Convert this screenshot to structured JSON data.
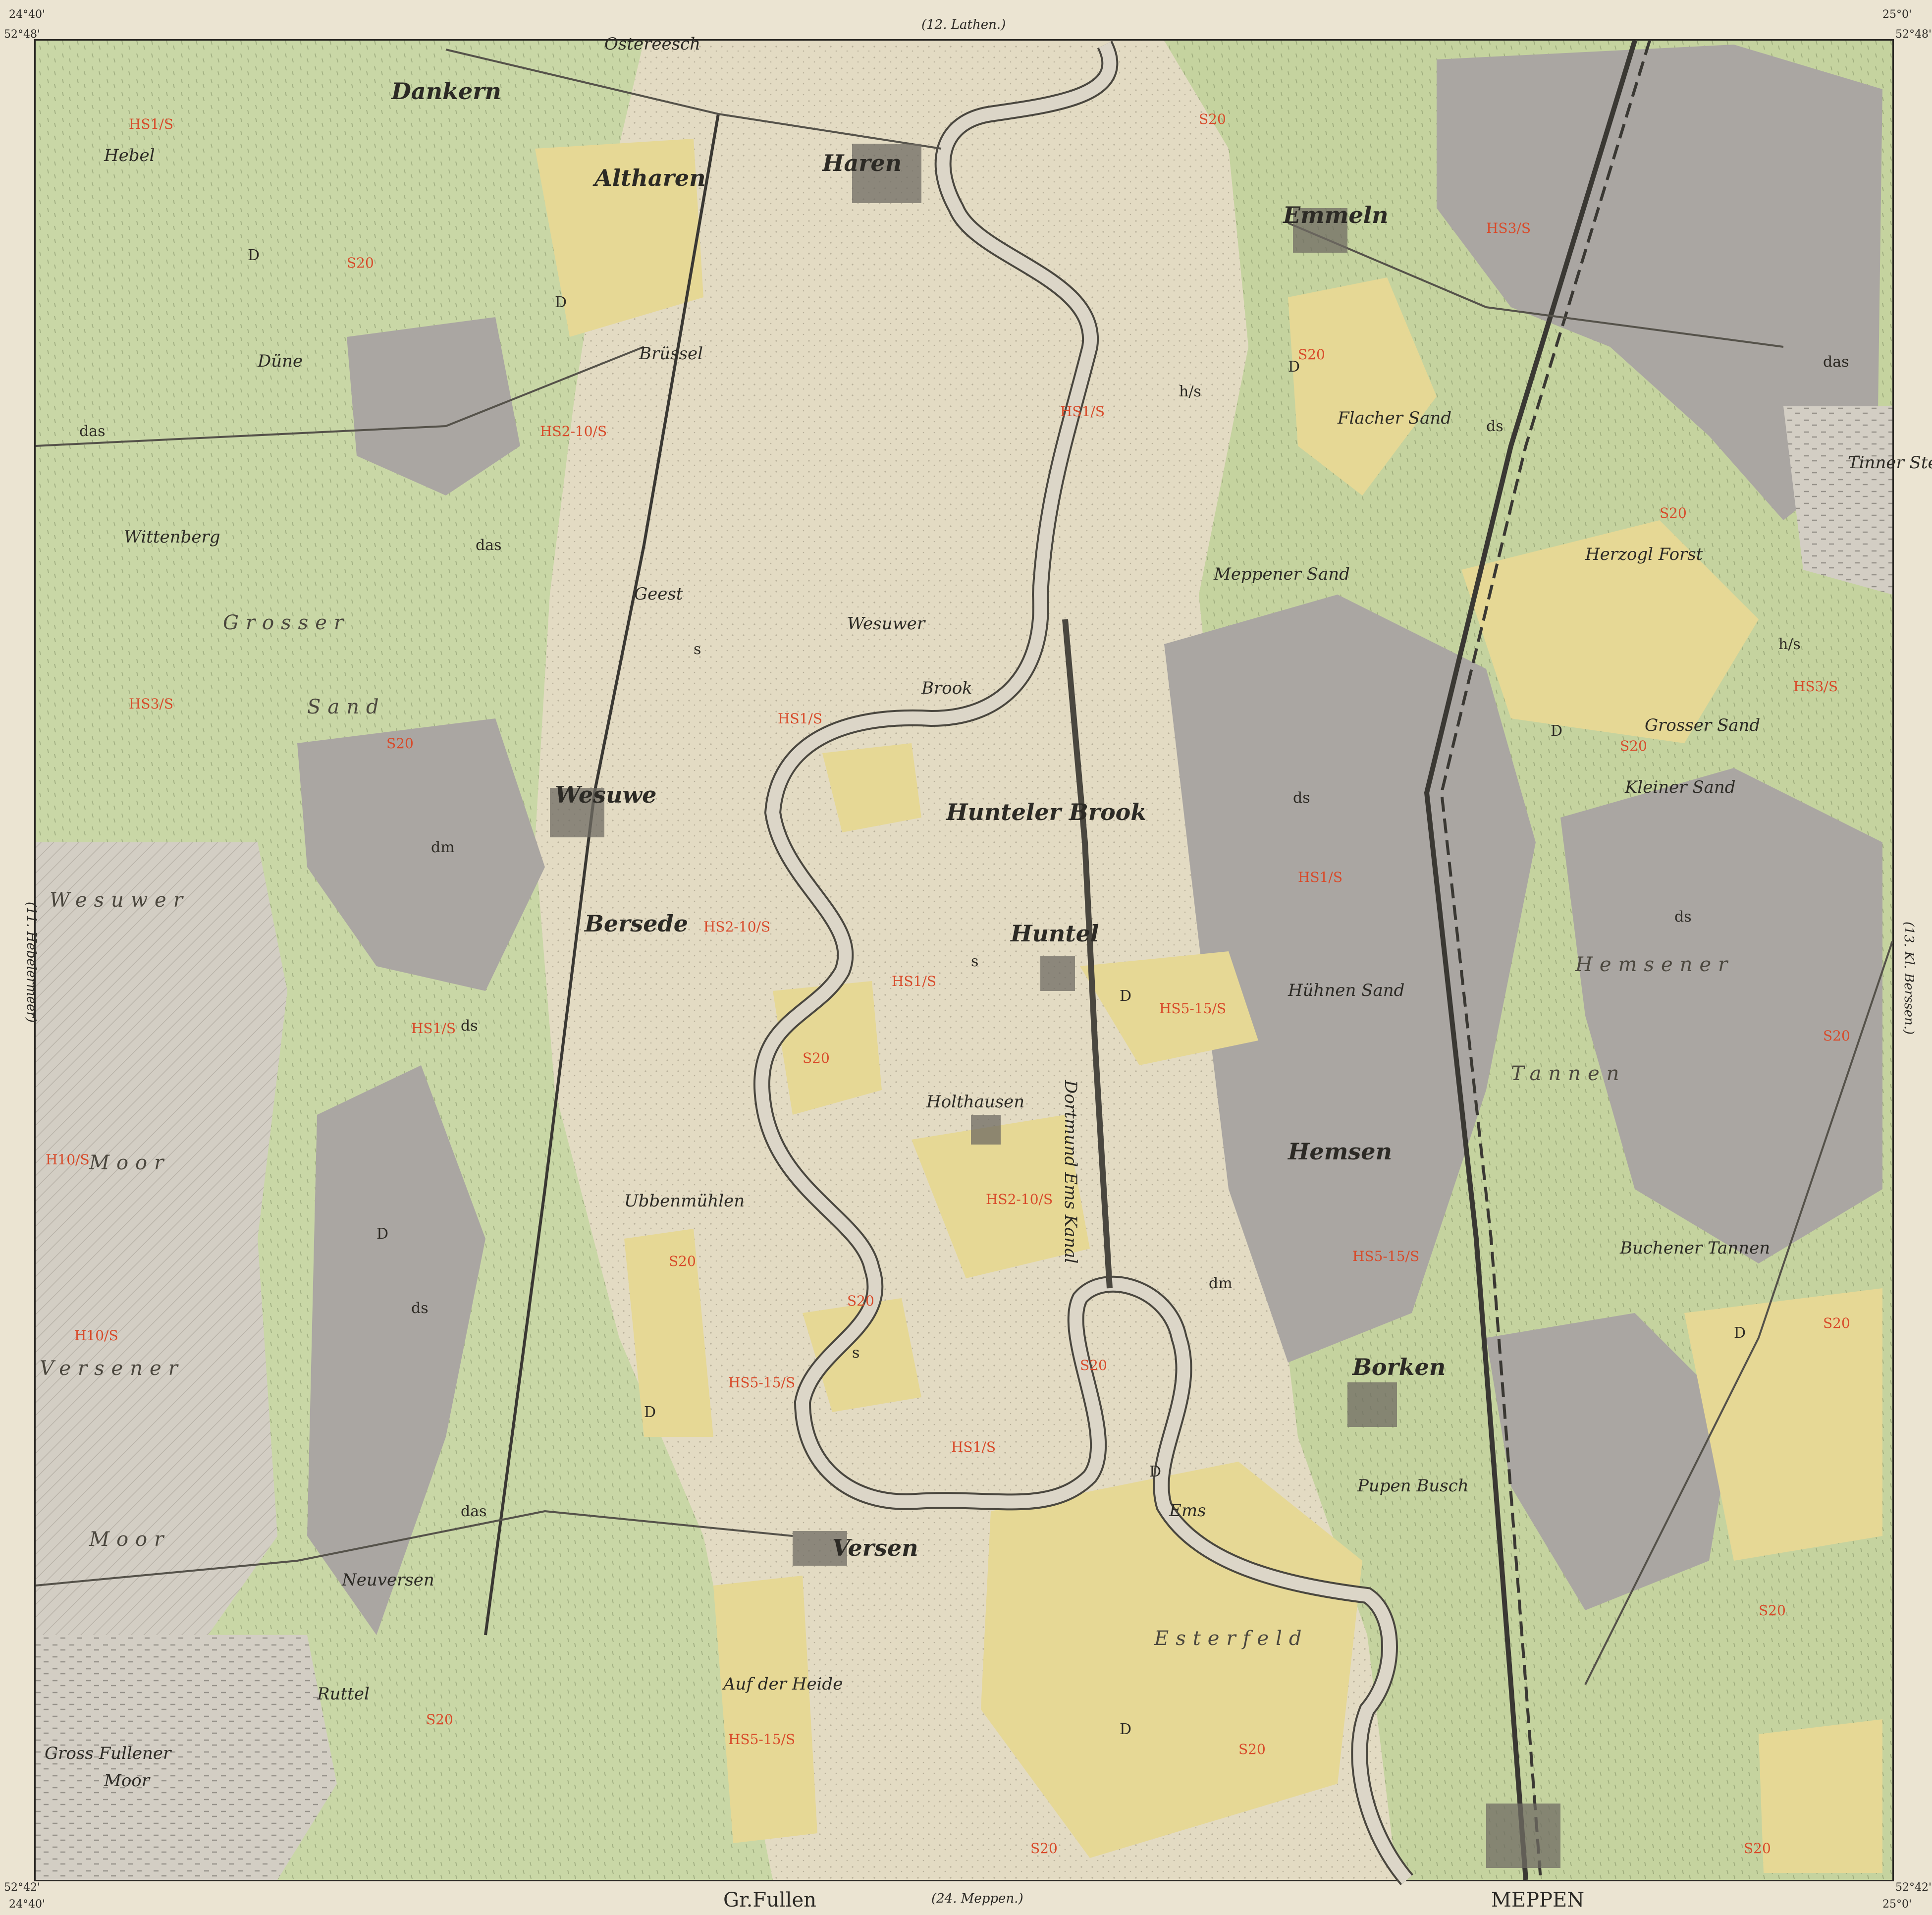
{
  "margin": {
    "top_neighbor": "(12. Lathen.)",
    "bottom_neighbor": "(24. Meppen.)",
    "left_neighbor": "(11. Hebelermeer)",
    "right_neighbor": "(13. Kl. Berssen.)",
    "bottom_left_place": "Gr.Fullen",
    "bottom_right_place": "MEPPEN",
    "corner_tl_lon": "24°40'",
    "corner_tl_lat": "52°48'",
    "corner_tr_lon": "25°0'",
    "corner_tr_lat": "52°48'",
    "corner_bl_lat": "52°42'",
    "corner_bl_lon": "24°40'",
    "corner_br_lat": "52°42'",
    "corner_br_lon": "25°0'"
  },
  "places": {
    "dankern": "Dankern",
    "ostereesch": "Ostereesch",
    "haren": "Haren",
    "altharen": "Altharen",
    "emmeln": "Emmeln",
    "brussel": "Brüssel",
    "geest": "Geest",
    "wesuwe": "Wesuwe",
    "bersede": "Bersede",
    "brook": "Brook",
    "hunteler_brook": "Hunteler Brook",
    "huntel": "Huntel",
    "holthausen": "Holthausen",
    "hemsen": "Hemsen",
    "borken": "Borken",
    "versen": "Versen",
    "neuversen": "Neuversen",
    "ruttel": "Ruttel",
    "wesuwer": "Wesuwer",
    "hebel": "Hebel",
    "wittenberg": "Wittenberg",
    "duene": "Düne",
    "ubbenmuehlen": "Ubbenmühlen",
    "pupen_busch": "Pupen Busch",
    "esterfeld": "Esterfeld"
  },
  "field_names": {
    "grosser_sand_w": "Grosser",
    "grosser_sand_w2": "Sand",
    "moor_w1": "Moor",
    "moor_w2": "Moor",
    "wesuwer_moor": "Wesuwer",
    "versener": "Versener",
    "hemsener": "Hemsener",
    "tannen": "Tannen",
    "grosser_sand_e": "Grosser Sand",
    "kleiner_sand": "Kleiner Sand",
    "huehnen_sand": "Hühnen Sand",
    "meppener_sand": "Meppener Sand",
    "flacher_sand": "Flacher Sand",
    "tinner_stein_meer": "Tinner Stein Meer",
    "gross_fullener_moor": "Gross Fullener",
    "gross_fullener_moor2": "Moor",
    "ems": "Ems",
    "dortmund_ems_kanal": "Dortmund Ems Kanal",
    "herzogl_forst": "Herzogl Forst",
    "buchener_tannen": "Buchener Tannen",
    "auf_der_heide": "Auf der Heide"
  },
  "geo_codes": {
    "D": "D",
    "ds": "ds",
    "das": "das",
    "dm": "dm",
    "s": "s",
    "hs": "h/s",
    "s20": "S20",
    "hs1": "HS1/S",
    "hs2": "HS2-10/S",
    "hs5": "HS5-15/S",
    "h10": "H10/S",
    "hs3": "HS3/S"
  },
  "colors": {
    "background": "#ebe4d2",
    "alluvium_sand": "#e4dcc4",
    "dune_sand": "#eadc9b",
    "heath_sand": "#b9cf97",
    "valley_sand": "#d1dab2",
    "peat_moor": "#a9a5a1",
    "moor_hatch": "#d3cec4",
    "river": "#dcd6c8",
    "ink": "#2c2a25",
    "red_annotation": "#d84a2a"
  }
}
